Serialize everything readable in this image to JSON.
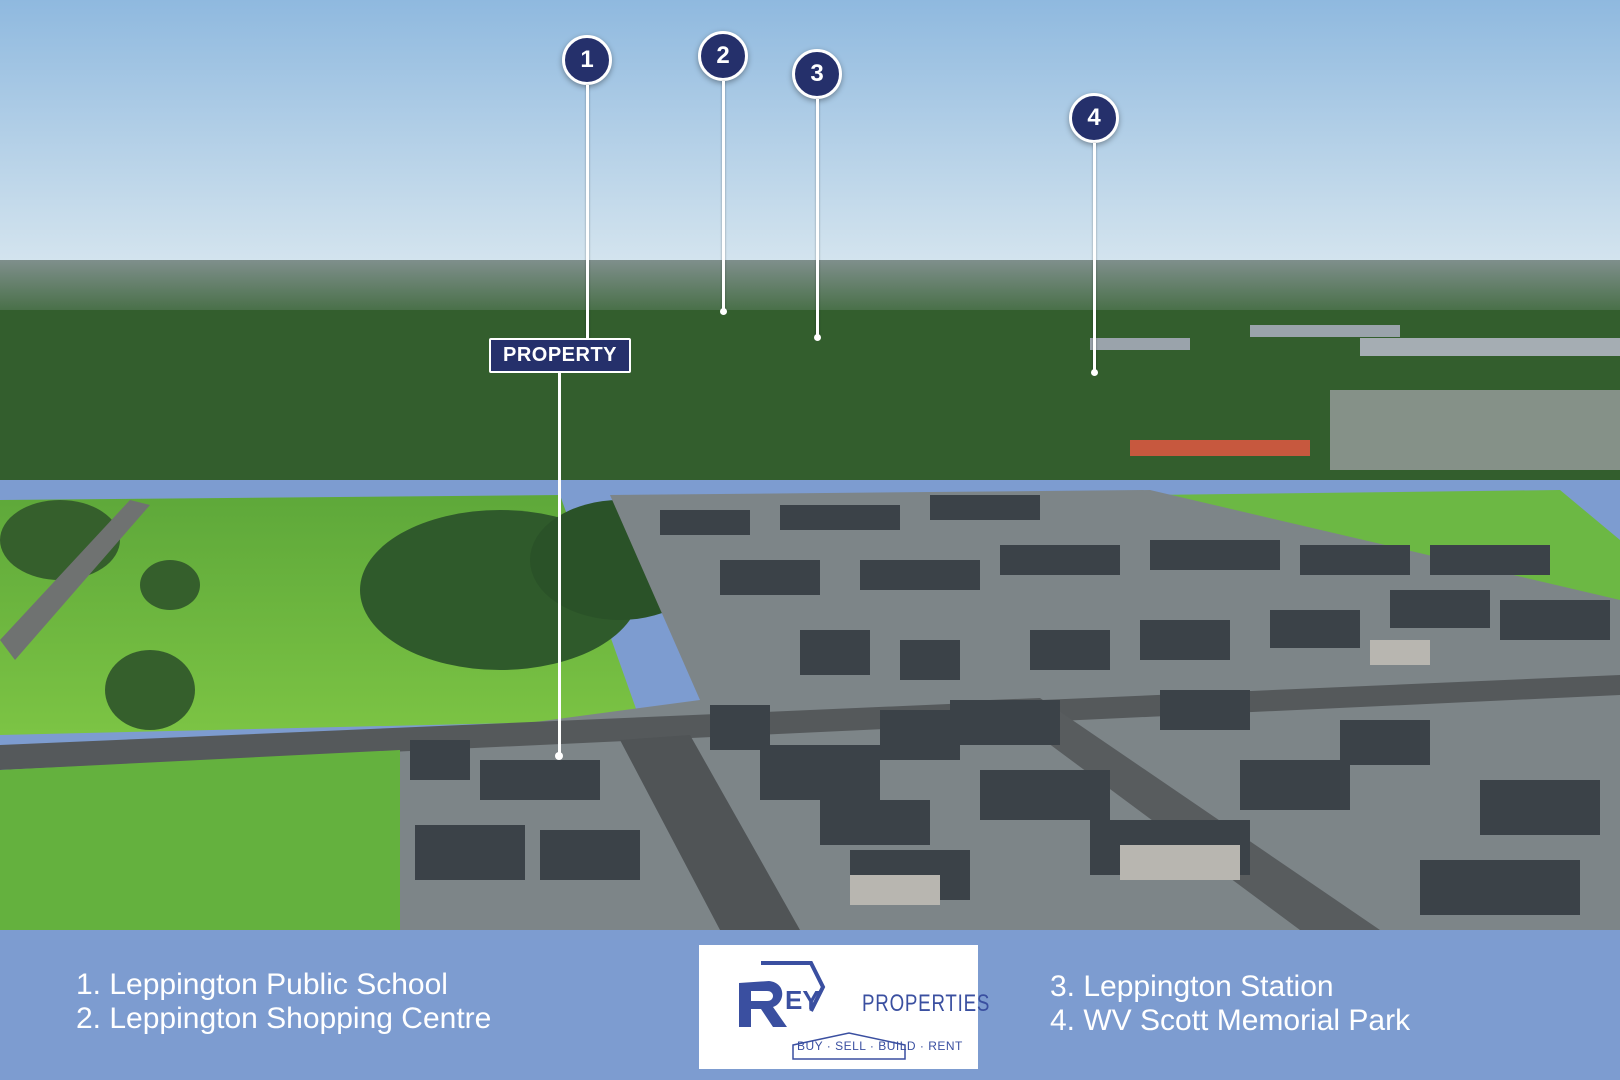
{
  "pins": [
    {
      "number": "1"
    },
    {
      "number": "2"
    },
    {
      "number": "3"
    },
    {
      "number": "4"
    }
  ],
  "property_label": "PROPERTY",
  "legend": {
    "left": [
      "1. Leppington Public School",
      "2. Leppington Shopping Centre"
    ],
    "right": [
      "3. Leppington Station",
      "4. WV Scott Memorial Park"
    ]
  },
  "logo": {
    "letters": "EY",
    "wordmark": "PROPERTIES",
    "tagline": "BUY · SELL · BUILD · RENT"
  },
  "colors": {
    "pin_fill": "#25306b",
    "footer_background": "#7d9cd0",
    "logo_blue": "#3a4fa0",
    "sky": "#a9cce9",
    "grass": "#68b83a"
  }
}
